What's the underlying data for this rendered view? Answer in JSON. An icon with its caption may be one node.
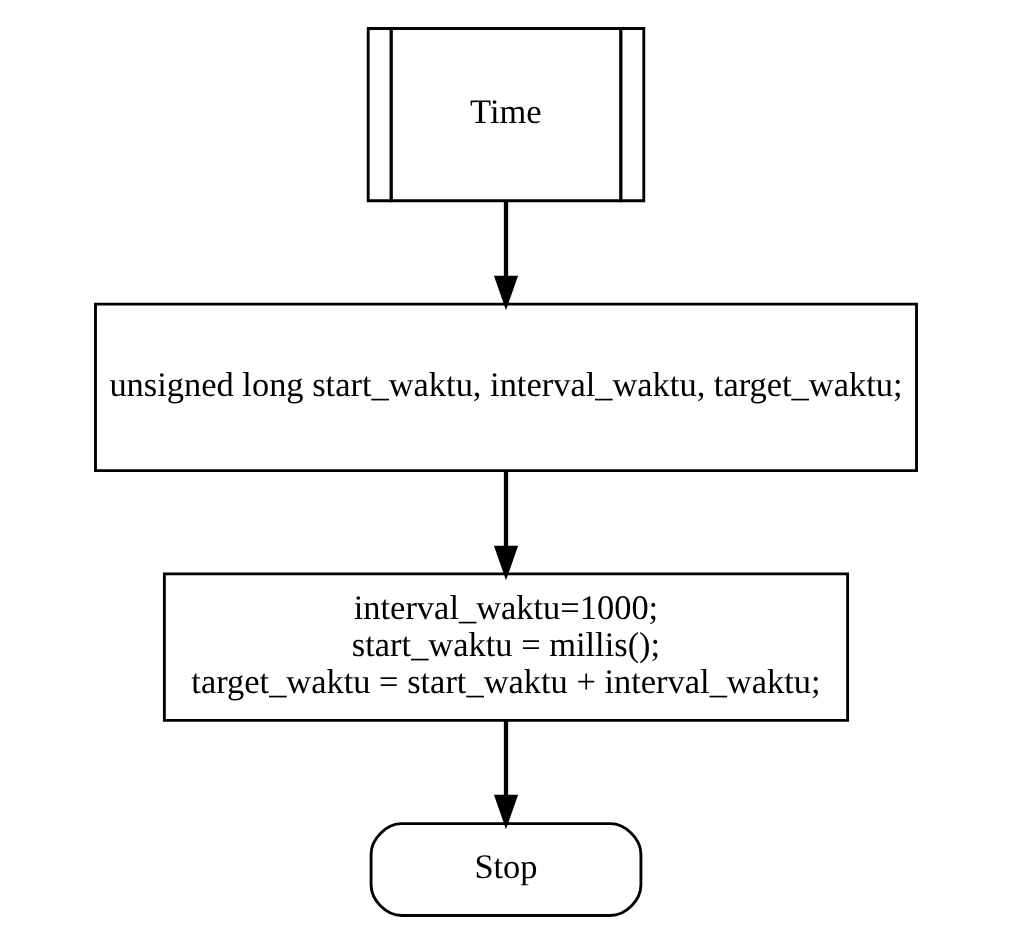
{
  "diagram": {
    "nodes": [
      {
        "text": [
          "Time"
        ]
      },
      {
        "text": [
          "unsigned long start_waktu, interval_waktu, target_waktu;"
        ]
      },
      {
        "text": [
          "interval_waktu=1000; start_waktu = millis(); target_waktu = start_waktu + interval_waktu;"
        ]
      },
      {
        "text": [
          "Stop"
        ]
      }
    ],
    "edges": [
      {
        "from": 0,
        "to": 1,
        "arrow": "to"
      },
      {
        "from": 1,
        "to": 2,
        "arrow": "to"
      },
      {
        "from": 2,
        "to": 3,
        "arrow": "to"
      }
    ]
  }
}
